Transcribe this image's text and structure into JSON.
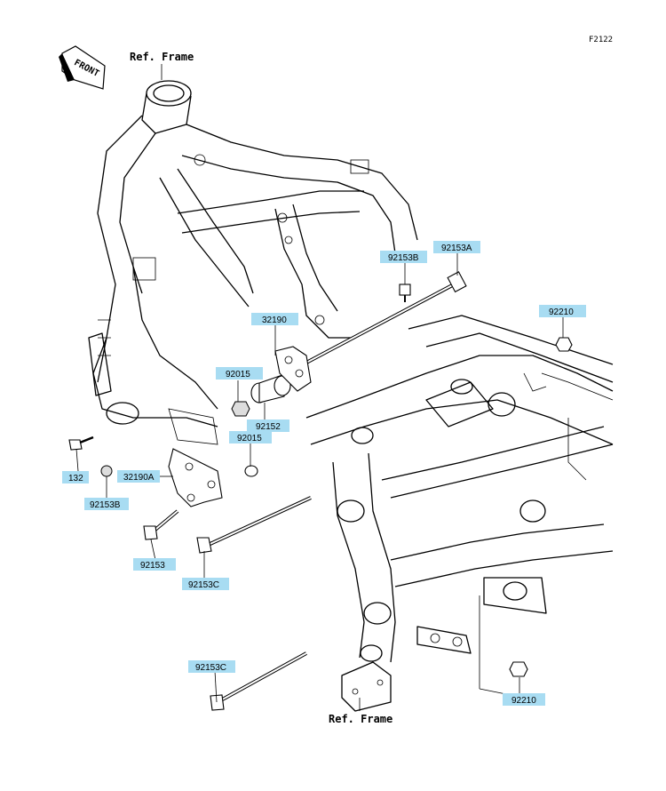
{
  "diagram": {
    "code": "F2122",
    "front_label": "FRONT",
    "ref_frame_top": "Ref. Frame",
    "ref_frame_bottom": "Ref. Frame",
    "label_color": "#a8dcf2",
    "parts": [
      {
        "id": "p92153A",
        "label": "92153A"
      },
      {
        "id": "p92153B_top",
        "label": "92153B"
      },
      {
        "id": "p92210_top",
        "label": "92210"
      },
      {
        "id": "p32190",
        "label": "32190"
      },
      {
        "id": "p92015_top",
        "label": "92015"
      },
      {
        "id": "p92152",
        "label": "92152"
      },
      {
        "id": "p92015_mid",
        "label": "92015"
      },
      {
        "id": "p132",
        "label": "132"
      },
      {
        "id": "p32190A",
        "label": "32190A"
      },
      {
        "id": "p92153B_low",
        "label": "92153B"
      },
      {
        "id": "p92153",
        "label": "92153"
      },
      {
        "id": "p92153C_mid",
        "label": "92153C"
      },
      {
        "id": "p92153C_low",
        "label": "92153C"
      },
      {
        "id": "p92210_low",
        "label": "92210"
      }
    ]
  }
}
